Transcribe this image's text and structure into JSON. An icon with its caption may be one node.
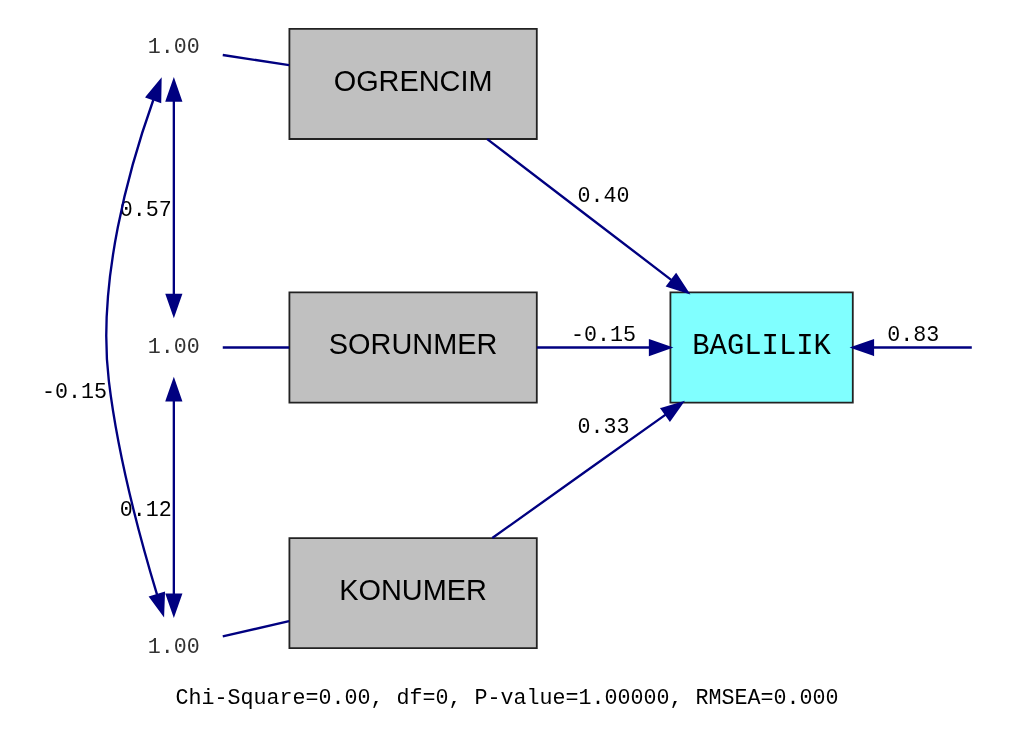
{
  "diagram": {
    "caption": "Chi-Square=0.00, df=0, P-value=1.00000, RMSEA=0.000",
    "nodes": [
      {
        "text": [
          "1.00"
        ]
      },
      {
        "text": [
          "OGRENCIM"
        ]
      },
      {
        "text": [
          "1.00"
        ]
      },
      {
        "text": [
          "SORUNMER"
        ]
      },
      {
        "text": [
          "1.00"
        ]
      },
      {
        "text": [
          "KONUMER"
        ]
      },
      {
        "text": [
          "BAGLILIK"
        ]
      }
    ],
    "edges": [
      {
        "from": 0,
        "to": 1,
        "arrow": "none"
      },
      {
        "from": 2,
        "to": 3,
        "arrow": "none"
      },
      {
        "from": 4,
        "to": 5,
        "arrow": "none"
      },
      {
        "from": 0,
        "to": 2,
        "arrow": "both",
        "label": "0.57"
      },
      {
        "from": 0,
        "to": 4,
        "arrow": "both",
        "label": "-0.15"
      },
      {
        "from": 2,
        "to": 4,
        "arrow": "both",
        "label": "0.12"
      },
      {
        "from": 1,
        "to": 6,
        "arrow": "to",
        "label": "0.40"
      },
      {
        "from": 3,
        "to": 6,
        "arrow": "to",
        "label": "-0.15"
      },
      {
        "from": 5,
        "to": 6,
        "arrow": "to",
        "label": "0.33"
      },
      {
        "from": null,
        "to": 6,
        "arrow": "to",
        "label": "0.83"
      }
    ]
  }
}
